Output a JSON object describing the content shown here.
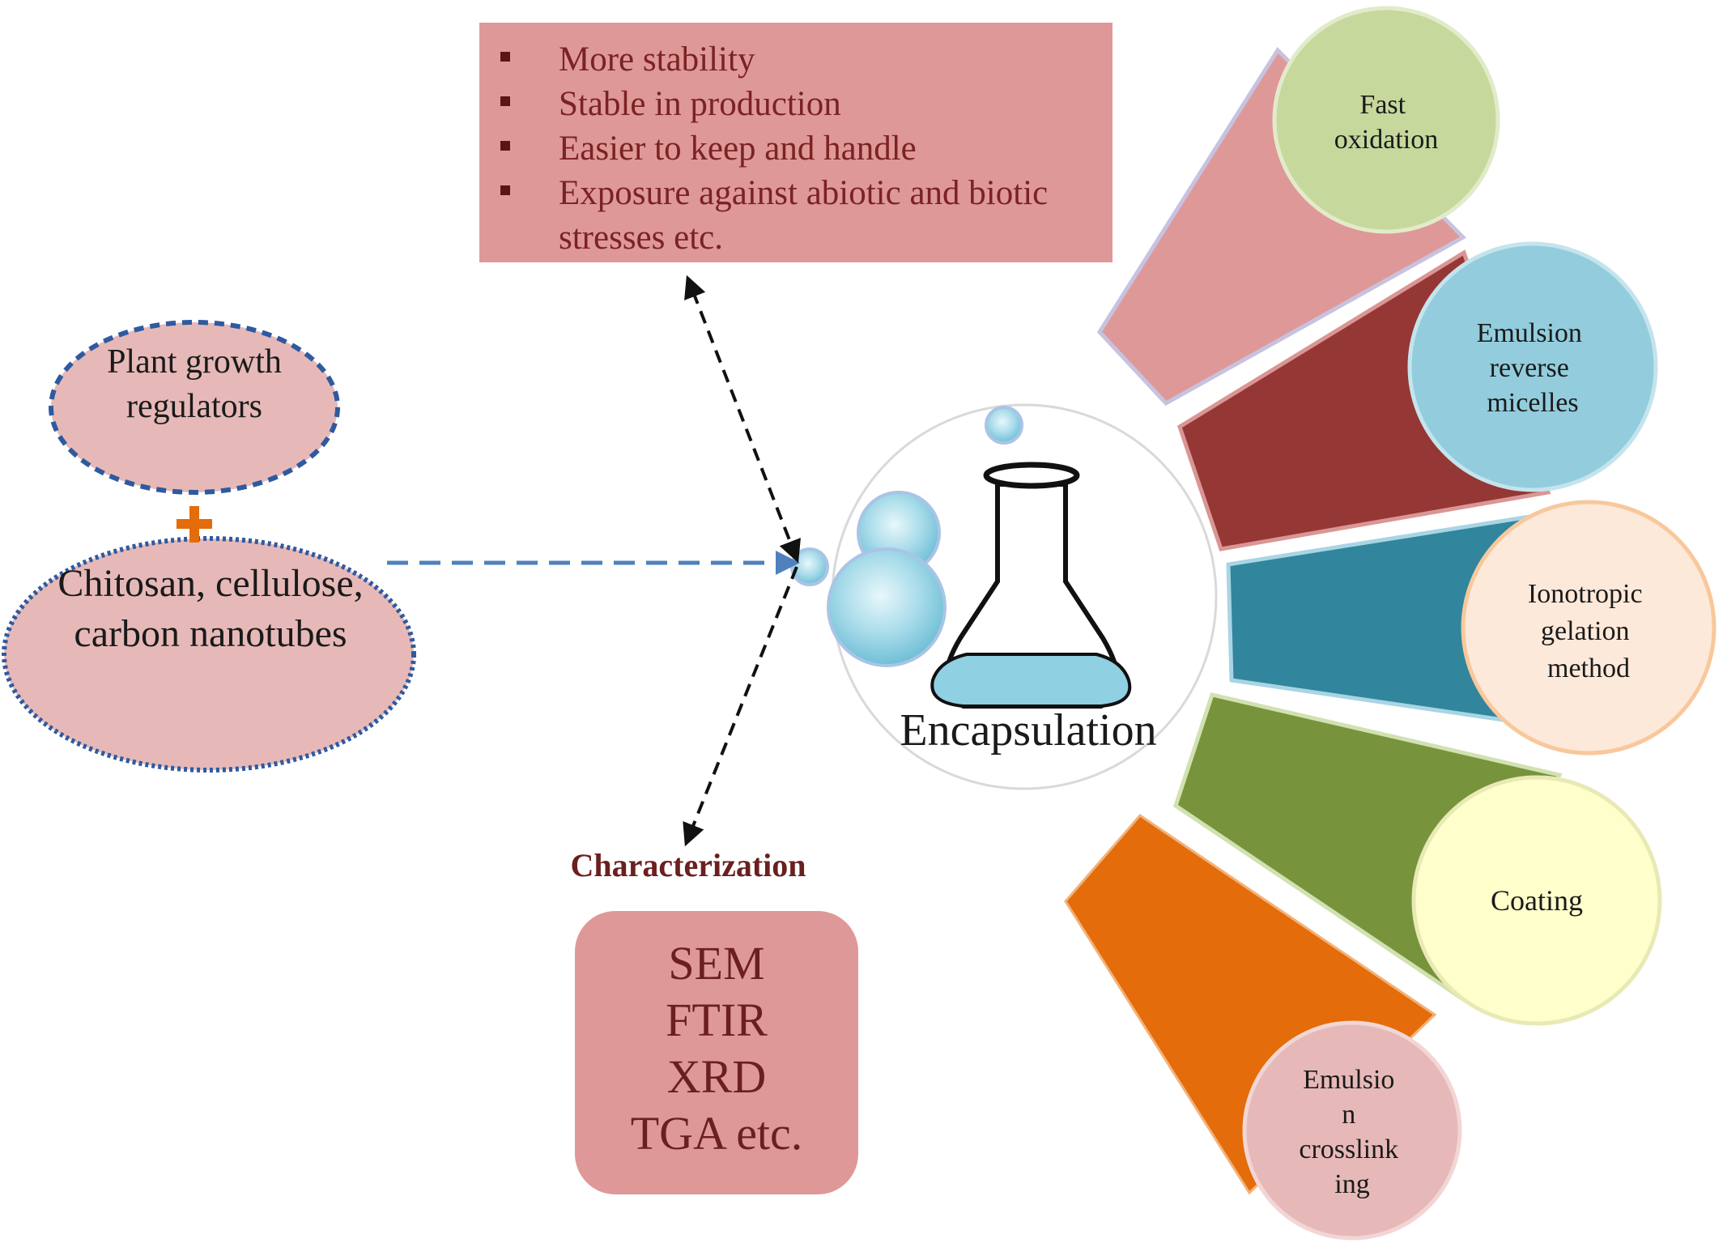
{
  "benefits": {
    "items": [
      "More stability",
      "Stable in production",
      "Easier to keep and handle",
      "Exposure against abiotic and biotic stresses etc."
    ]
  },
  "inputs": {
    "pgr": "Plant growth regulators",
    "carriers": "Chitosan, cellulose, carbon nanotubes"
  },
  "center": {
    "label": "Encapsulation"
  },
  "characterization": {
    "title": "Characterization",
    "techniques": [
      "SEM",
      "FTIR",
      "XRD",
      "TGA etc."
    ]
  },
  "methods": [
    {
      "lines": [
        "Fast",
        "oxidation"
      ],
      "petal_color": "#df9898",
      "circle_color": "#c6d89c"
    },
    {
      "lines": [
        "Emulsion",
        "reverse",
        "micelles"
      ],
      "petal_color": "#953735",
      "circle_color": "#93cddd"
    },
    {
      "lines": [
        "Ionotropic",
        "gelation",
        "method"
      ],
      "petal_color": "#31859c",
      "circle_color": "#fde9d9"
    },
    {
      "lines": [
        "Coating"
      ],
      "petal_color": "#77933c",
      "circle_color": "#ffffcc"
    },
    {
      "lines": [
        "Emulsio",
        "n",
        "crosslink",
        "ing"
      ],
      "petal_color": "#e46c0a",
      "circle_color": "#e6b9b8"
    }
  ]
}
